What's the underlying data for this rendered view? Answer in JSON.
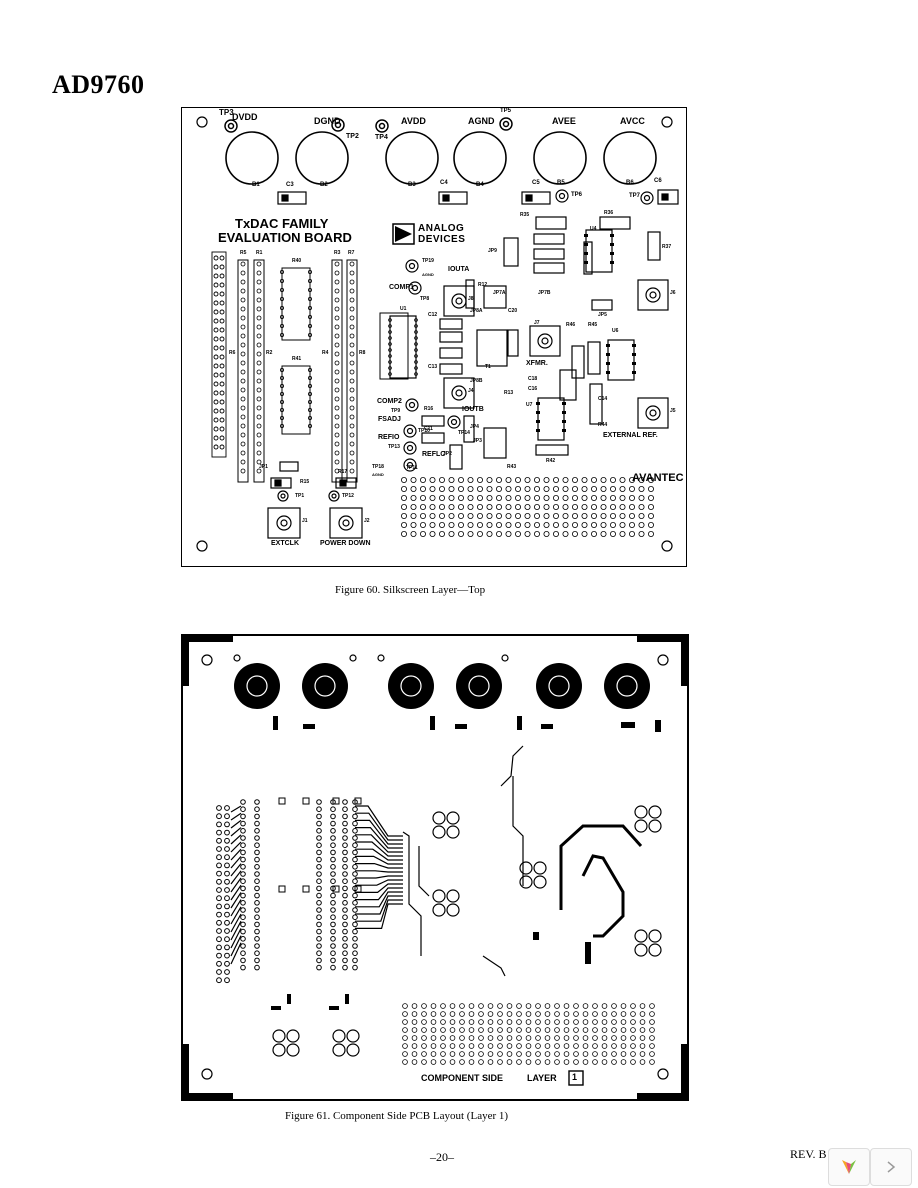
{
  "document": {
    "title": "AD9760"
  },
  "figure60": {
    "caption": "Figure 60. Silkscreen Layer—Top",
    "board_title_1": "TxDAC FAMILY",
    "board_title_2": "EVALUATION BOARD",
    "logo_1": "ANALOG",
    "logo_2": "DEVICES",
    "top_labels": [
      "DVDD",
      "DGND",
      "AVDD",
      "AGND",
      "AVEE",
      "AVCC"
    ],
    "top_tp": [
      "TP3",
      "TP2",
      "TP4",
      "TP5"
    ],
    "binding_post_labels": [
      "B1",
      "B2",
      "B3",
      "B4",
      "B5",
      "B6"
    ],
    "caps": [
      "C3",
      "C4",
      "C5",
      "C6"
    ],
    "tp6": "TP6",
    "tp7": "TP7",
    "labels": {
      "iouta": "IOUTA",
      "agnd": "AGND",
      "tp19": "TP19",
      "comp1": "COMP1",
      "tp8": "TP8",
      "comp2": "COMP2",
      "tp9": "TP9",
      "fsadj": "FSADJ",
      "tp10": "TP10",
      "refio": "REFIO",
      "tp13": "TP13",
      "tp18": "TP18",
      "agnd2": "AGND",
      "tp11": "TP11",
      "reflo": "REFLO",
      "ioutb": "IOUTB",
      "tp14": "TP14",
      "xfmr": "XFMR.",
      "external_ref": "EXTERNAL REF.",
      "extclk": "EXTCLK",
      "power_down": "POWER DOWN",
      "avantek": "AVANTEC",
      "jp1": "JP1",
      "r15": "R15",
      "r17": "R17",
      "tp1": "TP1",
      "tp12": "TP12",
      "j1": "J1",
      "j2": "J2",
      "u1": "U1",
      "r5": "R5",
      "r1": "R1",
      "r40": "R40",
      "r3": "R3",
      "r7": "R7",
      "r6": "R6",
      "r2": "R2",
      "r41": "R41",
      "r4": "R4",
      "r8": "R8",
      "r35": "R35",
      "r36": "R36",
      "r37": "R37",
      "u4": "U4",
      "u6": "U6",
      "u7": "U7",
      "j5": "J5",
      "j6": "J6",
      "j7": "J7",
      "j4": "J4",
      "j8": "J8",
      "r46": "R46",
      "r45": "R45",
      "r44": "R44",
      "r42": "R42",
      "r43": "R43",
      "c14": "C14",
      "c16": "C16",
      "c18": "C18",
      "c20": "C20",
      "c11": "C11",
      "c12": "C12",
      "c13": "C13",
      "jp2": "JP2",
      "jp3": "JP3",
      "jp4": "JP4",
      "jp5": "JP5",
      "jp7a": "JP7A",
      "jp7b": "JP7B",
      "jp8a": "JP8A",
      "jp8b": "JP8B",
      "jp9": "JP9",
      "r12": "R12",
      "r13": "R13",
      "r16": "R16",
      "t1": "T1"
    }
  },
  "figure61": {
    "caption": "Figure 61. Component Side PCB Layout (Layer 1)",
    "component_side": "COMPONENT SIDE",
    "layer_label": "LAYER",
    "layer_number": "1"
  },
  "footer": {
    "page": "–20–",
    "rev": "REV. B"
  },
  "viewer": {
    "next_icon": "chevron-right-icon",
    "logo_icon": "viewer-logo-icon"
  }
}
